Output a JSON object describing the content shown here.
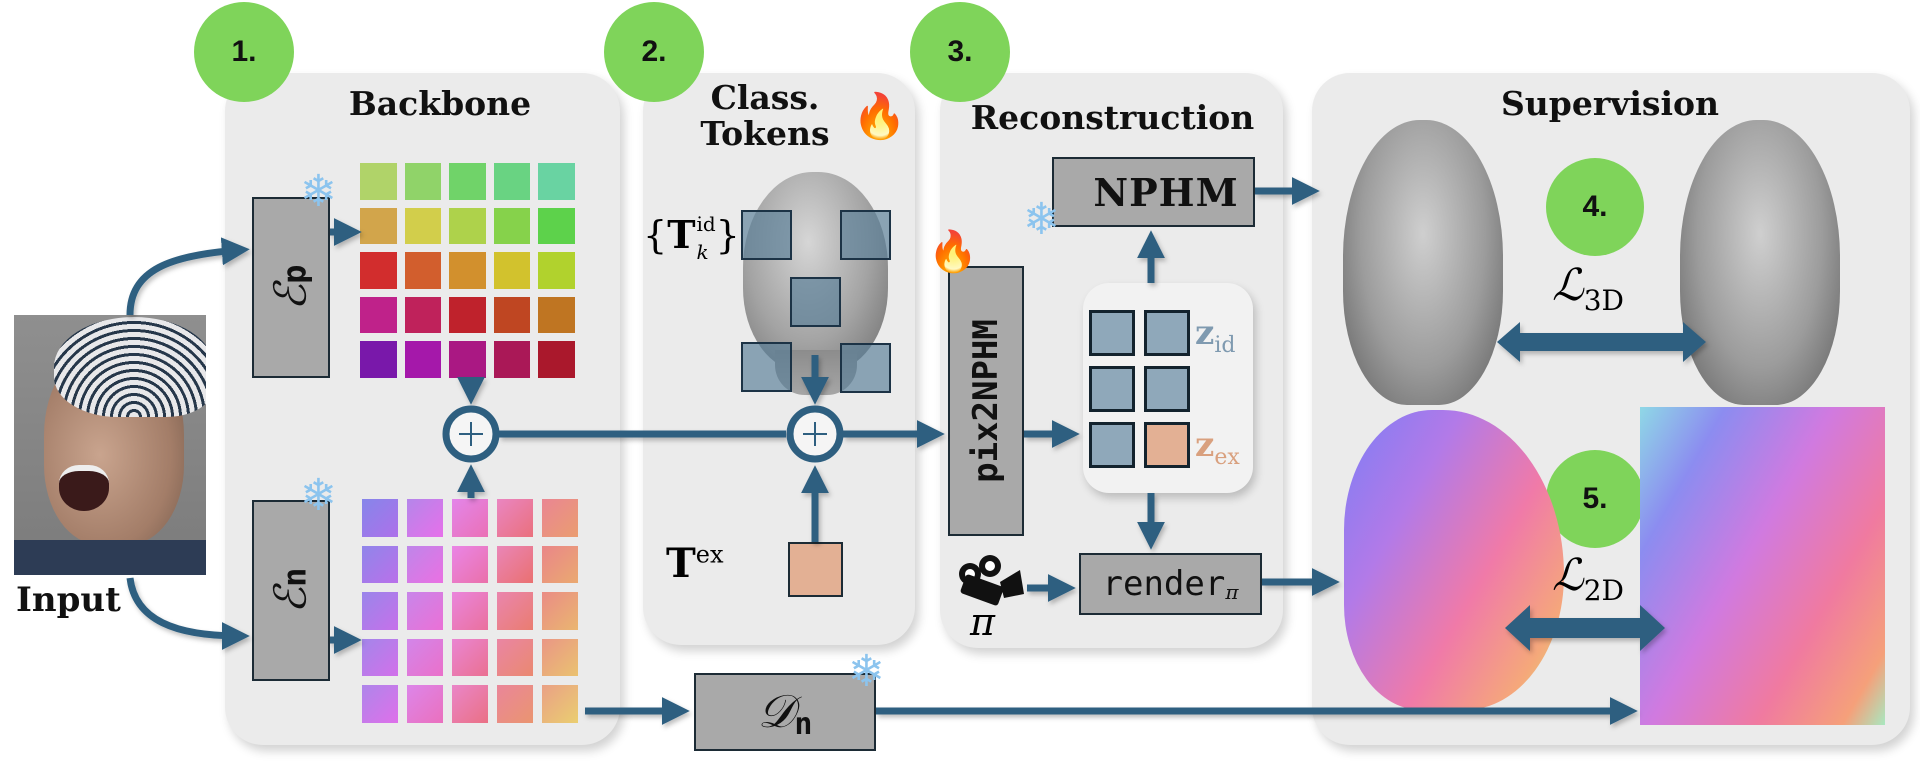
{
  "colors": {
    "arrow": "#2e5f80",
    "badge": "#7fd45a",
    "panel": "#ebebeb",
    "box": "#a9a9a9",
    "token_id": "#8fa8ba",
    "token_ex": "#e3b094",
    "z_id_label": "#7f9ab0",
    "z_ex_label": "#d9a07e"
  },
  "input": {
    "label": "Input"
  },
  "badges": [
    "1.",
    "2.",
    "3.",
    "4.",
    "5."
  ],
  "backbone": {
    "title": "Backbone",
    "encoder_p": {
      "symbol": "ℰ",
      "subscript": "p",
      "frozen_icon": "❄"
    },
    "encoder_n": {
      "symbol": "ℰ",
      "subscript": "n",
      "frozen_icon": "❄"
    },
    "sum_symbol": "+"
  },
  "class_tokens": {
    "title_line1": "Class.",
    "title_line2": "Tokens",
    "trainable_icon": "🔥",
    "id_tokens_label": {
      "open": "{",
      "T": "T",
      "sup": "id",
      "sub": "k",
      "close": "}"
    },
    "ex_token_label": {
      "T": "T",
      "sup": "ex"
    },
    "sum_symbol": "+"
  },
  "reconstruction": {
    "title": "Reconstruction",
    "nphm": {
      "label": "NPHM",
      "frozen_icon": "❄"
    },
    "pix2nphm": {
      "label": "pix2NPHM",
      "trainable_icon": "🔥"
    },
    "z_id": {
      "z": "z",
      "sub": "id"
    },
    "z_ex": {
      "z": "z",
      "sub": "ex"
    },
    "render": {
      "label": "render",
      "sub": "π"
    },
    "camera": {
      "icon": "camera-icon",
      "label": "π"
    }
  },
  "decoder": {
    "symbol": "𝒟",
    "subscript": "n",
    "frozen_icon": "❄"
  },
  "supervision": {
    "title": "Supervision",
    "loss_3d": {
      "L": "ℒ",
      "sub": "3D"
    },
    "loss_2d": {
      "L": "ℒ",
      "sub": "2D"
    }
  }
}
